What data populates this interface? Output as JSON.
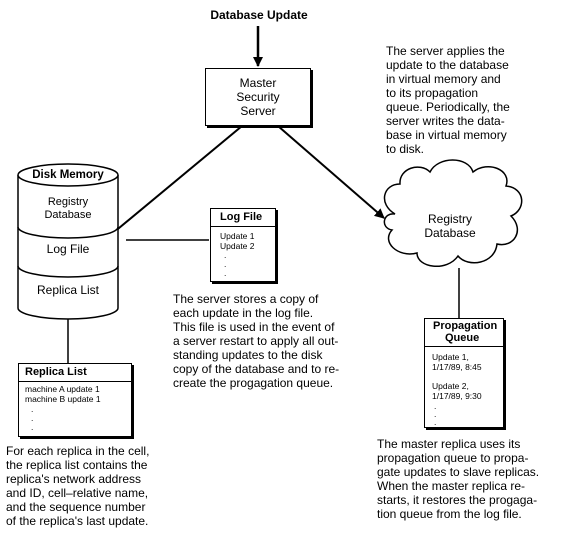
{
  "heading": "Database Update",
  "master_server": {
    "lines": [
      "Master",
      "Security",
      "Server"
    ]
  },
  "server_note": [
    "The server applies the",
    "update to the database",
    "in virtual memory and",
    "to its propagation",
    "queue. Periodically, the",
    "server writes the data-",
    "base in virtual memory",
    "to disk."
  ],
  "disk": {
    "title": "Disk Memory",
    "registry_db": [
      "Registry",
      "Database"
    ],
    "log_file": "Log File",
    "replica_list": "Replica List"
  },
  "registry_cloud": [
    "Registry",
    "Database"
  ],
  "log_file_box": {
    "title": "Log File",
    "entries": [
      "Update 1",
      "Update 2",
      ".",
      ".",
      "."
    ]
  },
  "log_note": [
    "The server stores a copy of",
    "each update in the log file.",
    "This file is used in the event of",
    "a server restart to apply all out-",
    "standing updates to the disk",
    "copy of the database and to re-",
    "create the progagation queue."
  ],
  "replica_box": {
    "title": "Replica List",
    "entries": [
      "machine A update 1",
      "machine B update 1",
      ".",
      ".",
      "."
    ]
  },
  "replica_note": [
    "For each replica in the cell,",
    "the replica list contains the",
    "replica's network address",
    "and ID, cell–relative name,",
    "and the sequence number",
    "of the replica's last update."
  ],
  "queue_box": {
    "title": [
      "Propagation",
      "Queue"
    ],
    "entries": [
      "Update 1,",
      "1/17/89, 8:45",
      "",
      "Update 2,",
      "1/17/89, 9:30",
      ".",
      ".",
      "."
    ]
  },
  "queue_note": [
    "The master replica uses its",
    "propagation queue to propa-",
    "gate updates to slave replicas.",
    "When the master replica re-",
    "starts, it restores the progaga-",
    "tion queue from the log file."
  ]
}
